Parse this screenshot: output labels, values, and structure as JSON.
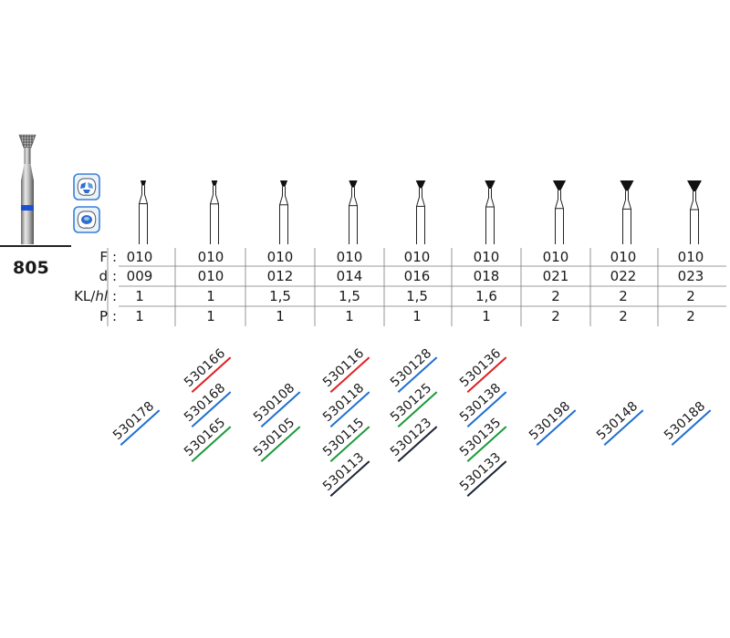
{
  "series": "805",
  "colors": {
    "accent_band": "#1a4fd6",
    "red": "#e02020",
    "blue": "#1f6fd1",
    "green": "#1a9a3a",
    "black": "#1b2436",
    "icon_frame": "#3b7fd6"
  },
  "icons": [
    "tooth-occlusal-icon",
    "tooth-cavity-icon"
  ],
  "row_labels": [
    "F",
    "d",
    "KL/hl",
    "P"
  ],
  "row_label_parts": {
    "kl_prefix": "KL/",
    "kl_italic": "hl"
  },
  "colon": ":",
  "columns": [
    {
      "F": "010",
      "d": "009",
      "KL": "1",
      "P": "1",
      "head": 0.18,
      "codes": [
        {
          "code": "530178",
          "color": "blue"
        }
      ]
    },
    {
      "F": "010",
      "d": "010",
      "KL": "1",
      "P": "1",
      "head": 0.22,
      "codes": [
        {
          "code": "530166",
          "color": "red"
        },
        {
          "code": "530168",
          "color": "blue"
        },
        {
          "code": "530165",
          "color": "green"
        }
      ]
    },
    {
      "F": "010",
      "d": "012",
      "KL": "1,5",
      "P": "1",
      "head": 0.35,
      "codes": [
        {
          "code": "530108",
          "color": "blue"
        },
        {
          "code": "530105",
          "color": "green"
        }
      ]
    },
    {
      "F": "010",
      "d": "014",
      "KL": "1,5",
      "P": "1",
      "head": 0.45,
      "codes": [
        {
          "code": "530116",
          "color": "red"
        },
        {
          "code": "530118",
          "color": "blue"
        },
        {
          "code": "530115",
          "color": "green"
        },
        {
          "code": "530113",
          "color": "black"
        }
      ]
    },
    {
      "F": "010",
      "d": "016",
      "KL": "1,5",
      "P": "1",
      "head": 0.55,
      "codes": [
        {
          "code": "530128",
          "color": "blue"
        },
        {
          "code": "530125",
          "color": "green"
        },
        {
          "code": "530123",
          "color": "black"
        }
      ]
    },
    {
      "F": "010",
      "d": "018",
      "KL": "1,6",
      "P": "1",
      "head": 0.62,
      "codes": [
        {
          "code": "530136",
          "color": "red"
        },
        {
          "code": "530138",
          "color": "blue"
        },
        {
          "code": "530135",
          "color": "green"
        },
        {
          "code": "530133",
          "color": "black"
        }
      ]
    },
    {
      "F": "010",
      "d": "021",
      "KL": "2",
      "P": "2",
      "head": 0.85,
      "codes": [
        {
          "code": "530198",
          "color": "blue"
        }
      ]
    },
    {
      "F": "010",
      "d": "022",
      "KL": "2",
      "P": "2",
      "head": 0.92,
      "codes": [
        {
          "code": "530148",
          "color": "blue"
        }
      ]
    },
    {
      "F": "010",
      "d": "023",
      "KL": "2",
      "P": "2",
      "head": 1.0,
      "codes": [
        {
          "code": "530188",
          "color": "blue"
        }
      ]
    }
  ]
}
